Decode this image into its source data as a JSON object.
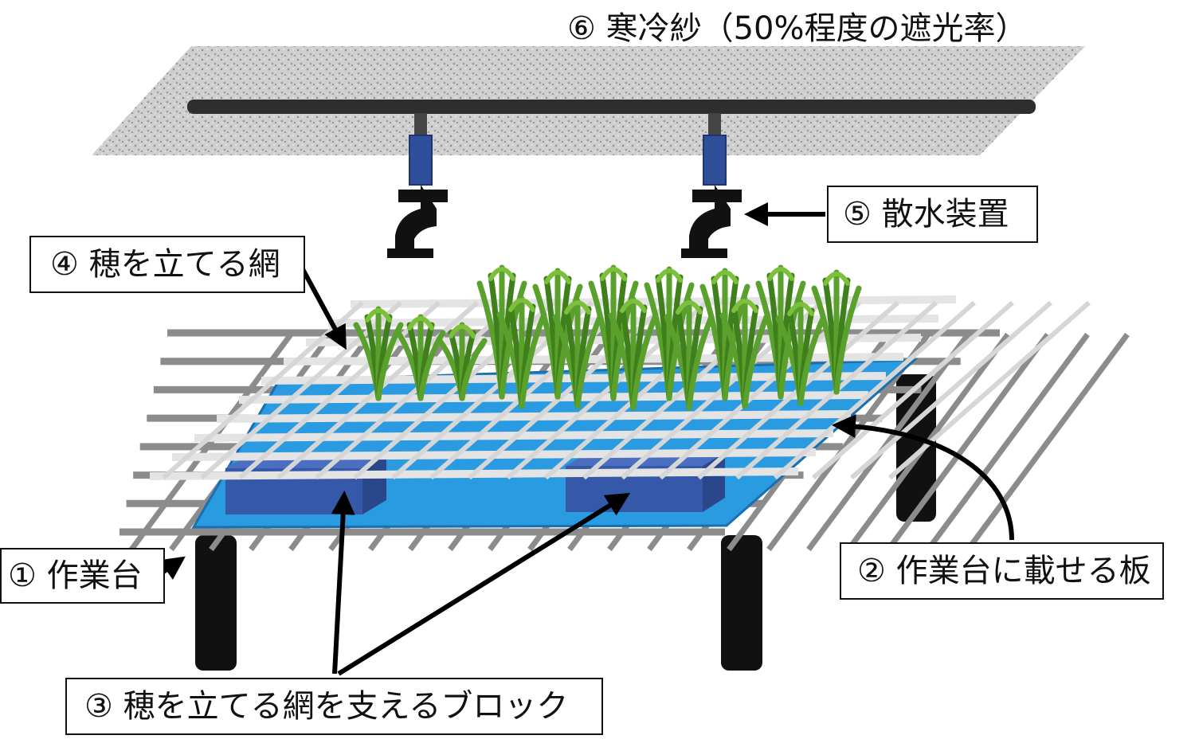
{
  "labels": {
    "shade_cloth": "⑥ 寒冷紗（50%程度の遮光率）",
    "sprinkler": "⑤ 散水装置",
    "ear_net": "④ 穂を立てる網",
    "work_table": "① 作業台",
    "board": "② 作業台に載せる板",
    "support_block": "③ 穂を立てる網を支えるブロック"
  },
  "colors": {
    "shade_cloth": "#c8c8c8",
    "pipe": "#2e2e2e",
    "nozzle": "#2f4f9a",
    "board": "#2a9be0",
    "block": "#3558a8",
    "net_white": "#e4e4e4",
    "table_grid": "#8c8c8c",
    "legs": "#111111",
    "plants": "#5aa02c",
    "arrow": "#000000"
  }
}
